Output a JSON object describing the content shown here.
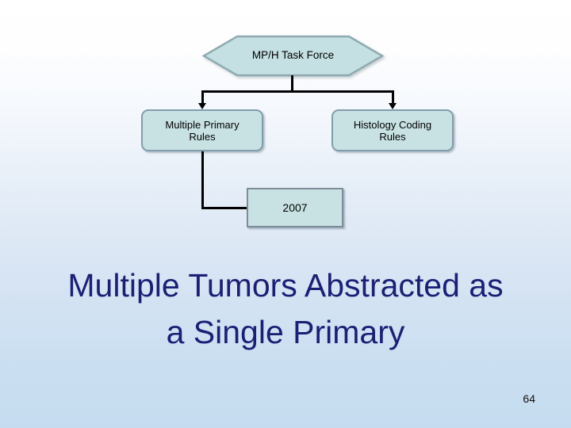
{
  "page_number": "64",
  "title": {
    "line1": "Multiple Tumors Abstracted as",
    "line2": "a Single Primary",
    "color": "#1b2076"
  },
  "flowchart": {
    "hexagon": {
      "label": "MP/H Task Force"
    },
    "nodes": [
      {
        "label": "Multiple Primary\nRules"
      },
      {
        "label": "Histology Coding\nRules"
      },
      {
        "label": "2007"
      }
    ],
    "colors": {
      "shape_fill": "#c8e2e4",
      "shape_border": "#829daa",
      "year_box_border": "#7d8c96",
      "connector": "#000000"
    }
  },
  "background": {
    "gradient_top": "#ffffff",
    "gradient_bottom": "#c5dcf0"
  }
}
